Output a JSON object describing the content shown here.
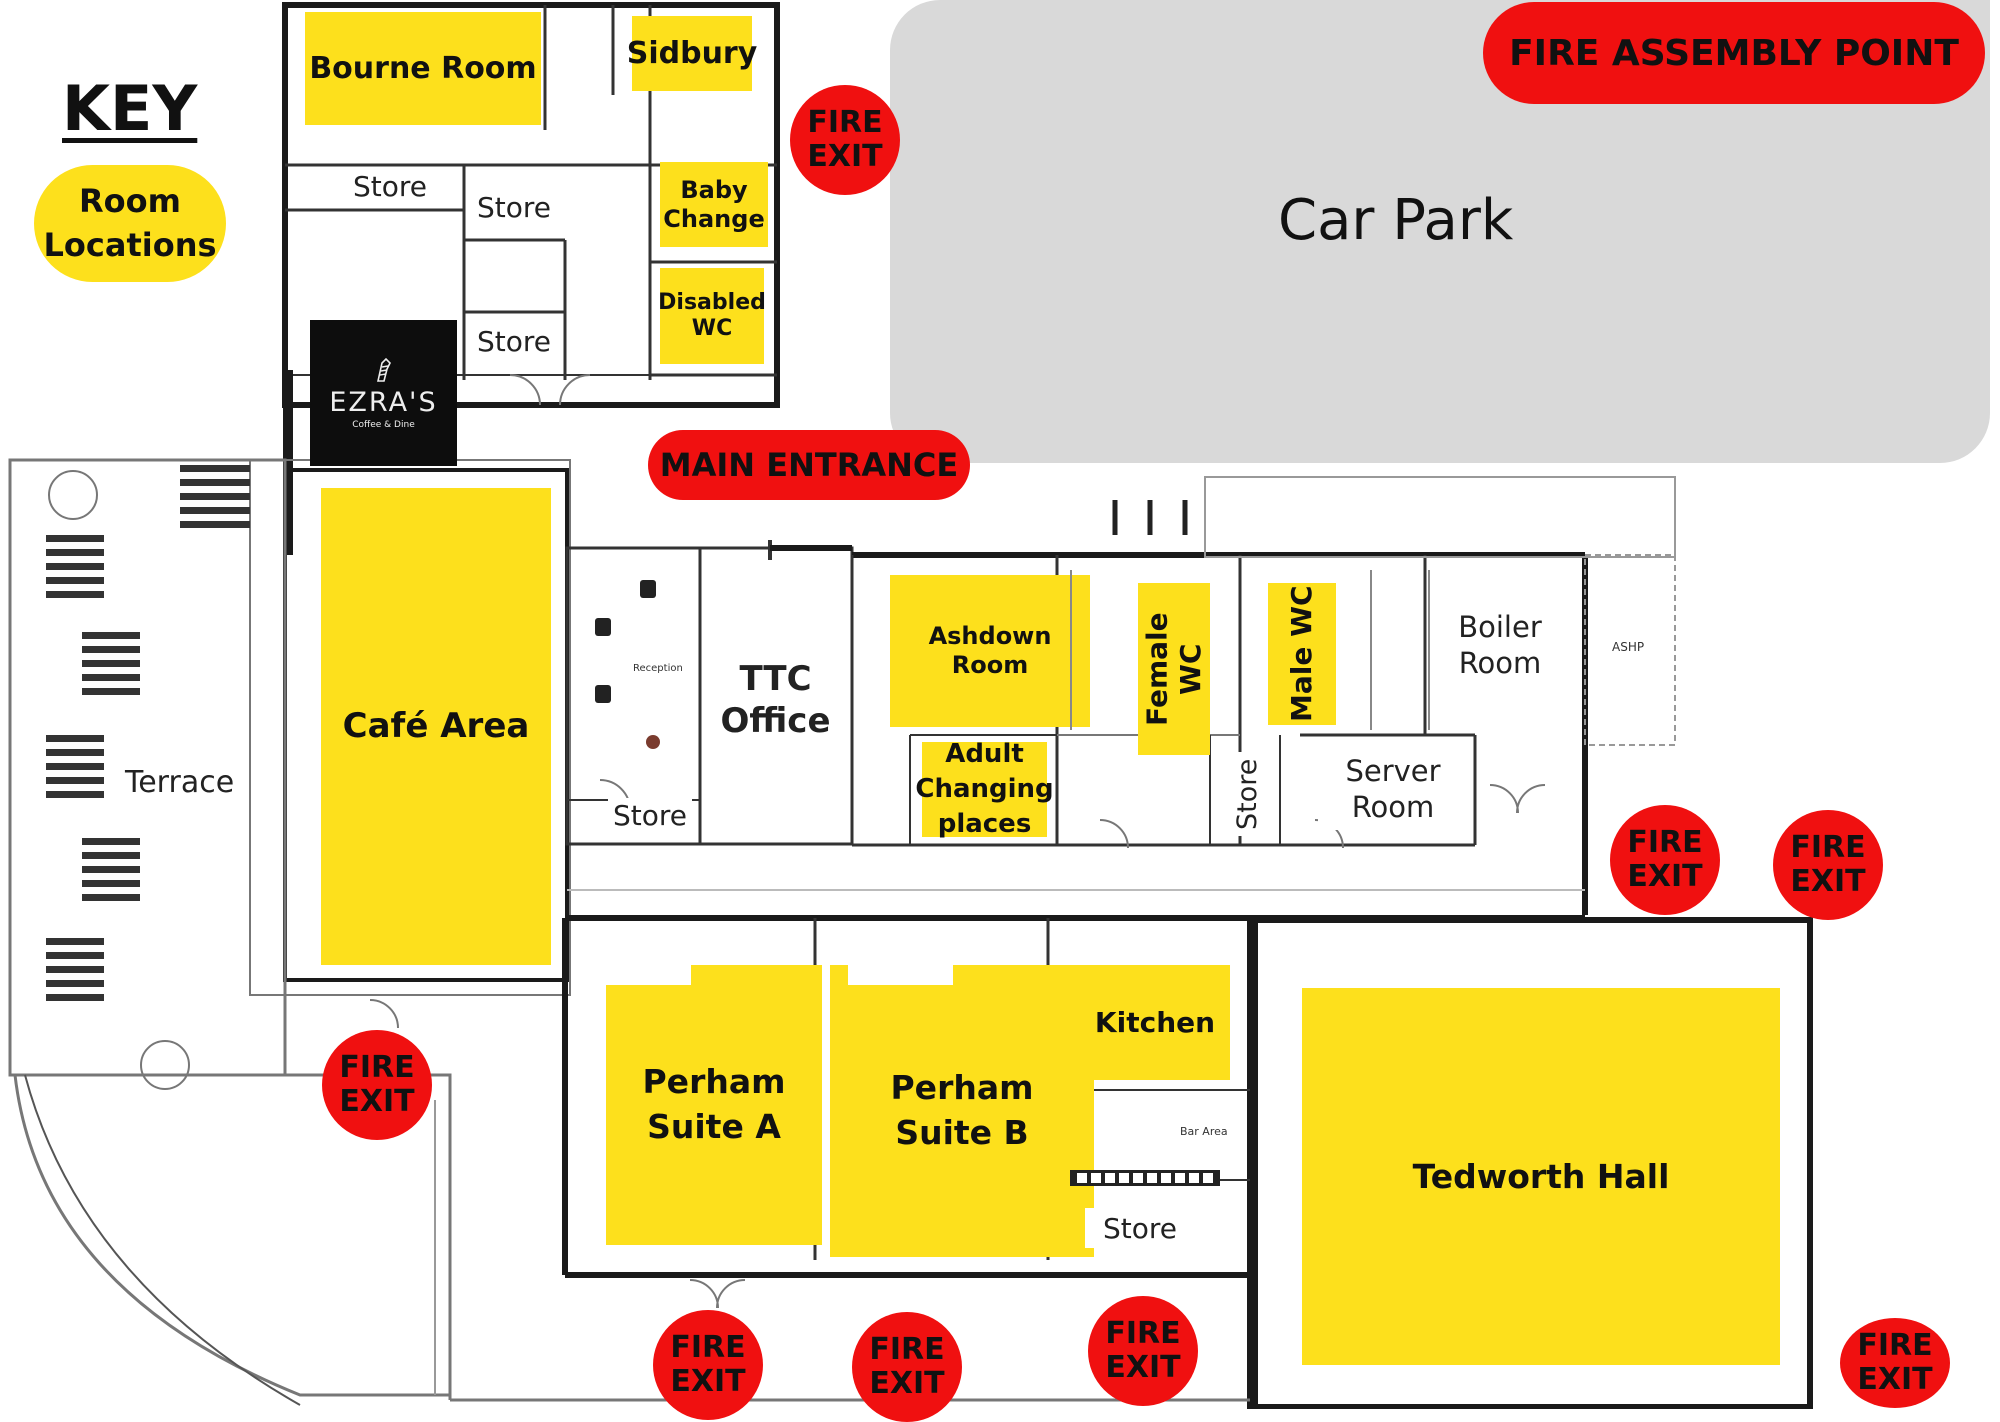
{
  "key": {
    "title": "KEY",
    "legend_label": "Room Locations",
    "legend_color": "#fde01c"
  },
  "colors": {
    "room": "#fde01c",
    "fire": "#f01010",
    "car_park": "#d9d9d9",
    "wall": "#1a1a1a"
  },
  "rooms": {
    "bourne_room": "Bourne Room",
    "sidbury": "Sidbury",
    "baby_change": "Baby Change",
    "disabled_wc": "Disabled WC",
    "cafe_area": "Café Area",
    "ashdown_room": "Ashdown Room",
    "adult_changing": "Adult Changing places",
    "female_wc": "Female WC",
    "male_wc": "Male WC",
    "perham_a": "Perham Suite A",
    "perham_b": "Perham Suite B",
    "kitchen": "Kitchen",
    "tedworth_hall": "Tedworth Hall"
  },
  "other_rooms": {
    "store": "Store",
    "ttc_office": "TTC Office",
    "boiler_room": "Boiler Room",
    "server_room": "Server Room",
    "terrace": "Terrace",
    "reception": "Reception",
    "bar_area": "Bar Area",
    "ashp": "ASHP",
    "car_park": "Car Park"
  },
  "logo": {
    "name": "EZRA'S",
    "tagline": "Coffee & Dine",
    "icon": "zebra-icon"
  },
  "signs": {
    "fire_exit_line1": "FIRE",
    "fire_exit_line2": "EXIT",
    "main_entrance": "MAIN ENTRANCE",
    "fire_assembly_point": "FIRE ASSEMBLY POINT"
  }
}
